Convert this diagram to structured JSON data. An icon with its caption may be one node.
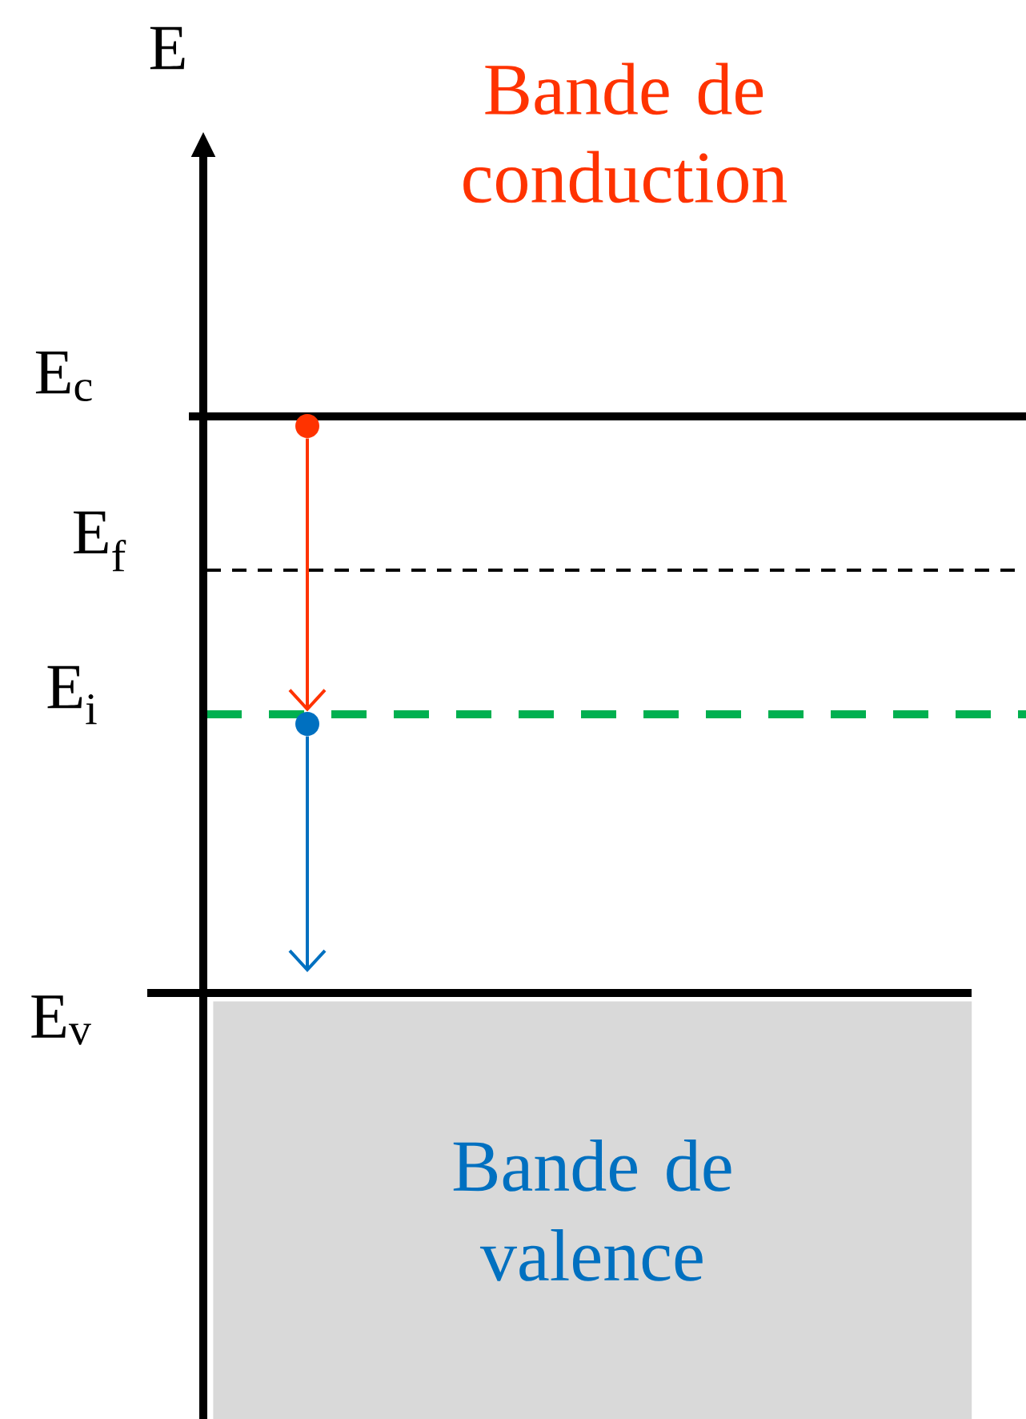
{
  "diagram": {
    "nodes": [
      {
        "text": [
          "Bande de valence"
        ]
      },
      {
        "text": [],
        "shape": "circle"
      },
      {
        "text": [],
        "shape": "circle"
      }
    ],
    "edges": [
      {
        "from": 1,
        "to": 2,
        "arrow": "to",
        "color": "#ff3300"
      },
      {
        "from": 2,
        "to": null,
        "arrow": "to",
        "color": "#0070c0"
      }
    ],
    "labels": [
      "E",
      "Bande de conduction",
      "E$_{c}$",
      "E$_{f}$",
      "E$_{i}$",
      "E$_{v}$"
    ]
  }
}
